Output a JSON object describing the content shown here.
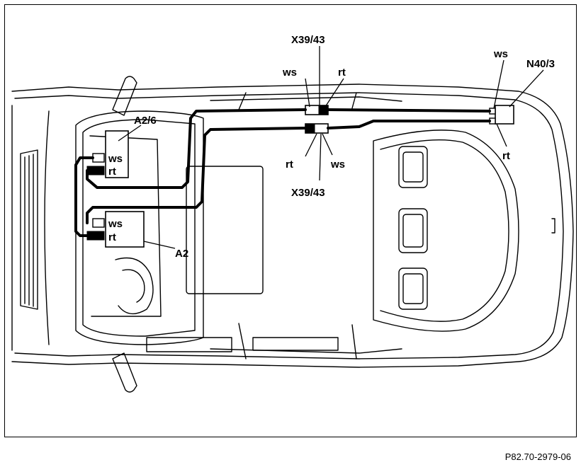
{
  "labels": {
    "x39_top": "X39/43",
    "x39_bottom": "X39/43",
    "n40": "N40/3",
    "a26": "A2/6",
    "a2": "A2",
    "ws_top_left": "ws",
    "rt_top_right": "rt",
    "rt_bottom_left": "rt",
    "ws_bottom_right": "ws",
    "ws_n40": "ws",
    "rt_n40": "rt",
    "a26_ws": "ws",
    "a26_rt": "rt",
    "a2_ws": "ws",
    "a2_rt": "rt"
  },
  "caption": "P82.70-2979-06",
  "colors": {
    "line": "#000000",
    "background": "#ffffff"
  }
}
